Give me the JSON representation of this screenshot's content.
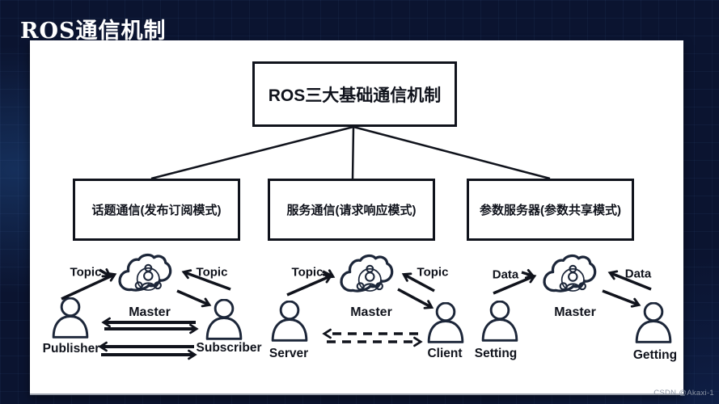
{
  "title": "ROS通信机制",
  "watermark": "CSDN @Akaxi-1",
  "tree": {
    "root": "ROS三大基础通信机制",
    "branches": [
      "话题通信(发布订阅模式)",
      "服务通信(请求响应模式)",
      "参数服务器(参数共享模式)"
    ]
  },
  "groups": [
    {
      "left_label": "Topic",
      "right_label": "Topic",
      "master": "Master",
      "left_actor": "Publisher",
      "right_actor": "Subscriber",
      "exchange_style": "solid-double-arrows"
    },
    {
      "left_label": "Topic",
      "right_label": "Topic",
      "master": "Master",
      "left_actor": "Server",
      "right_actor": "Client",
      "exchange_style": "dashed-double-arrows"
    },
    {
      "left_label": "Data",
      "right_label": "Data",
      "master": "Master",
      "left_actor": "Setting",
      "right_actor": "Getting",
      "exchange_style": "none"
    }
  ],
  "colors": {
    "background": "#0b1430",
    "panel": "#ffffff",
    "ink": "#10131c",
    "icon_ink": "#1c2639",
    "title_color": "#ffffff",
    "watermark_color": "#8b94a3"
  }
}
